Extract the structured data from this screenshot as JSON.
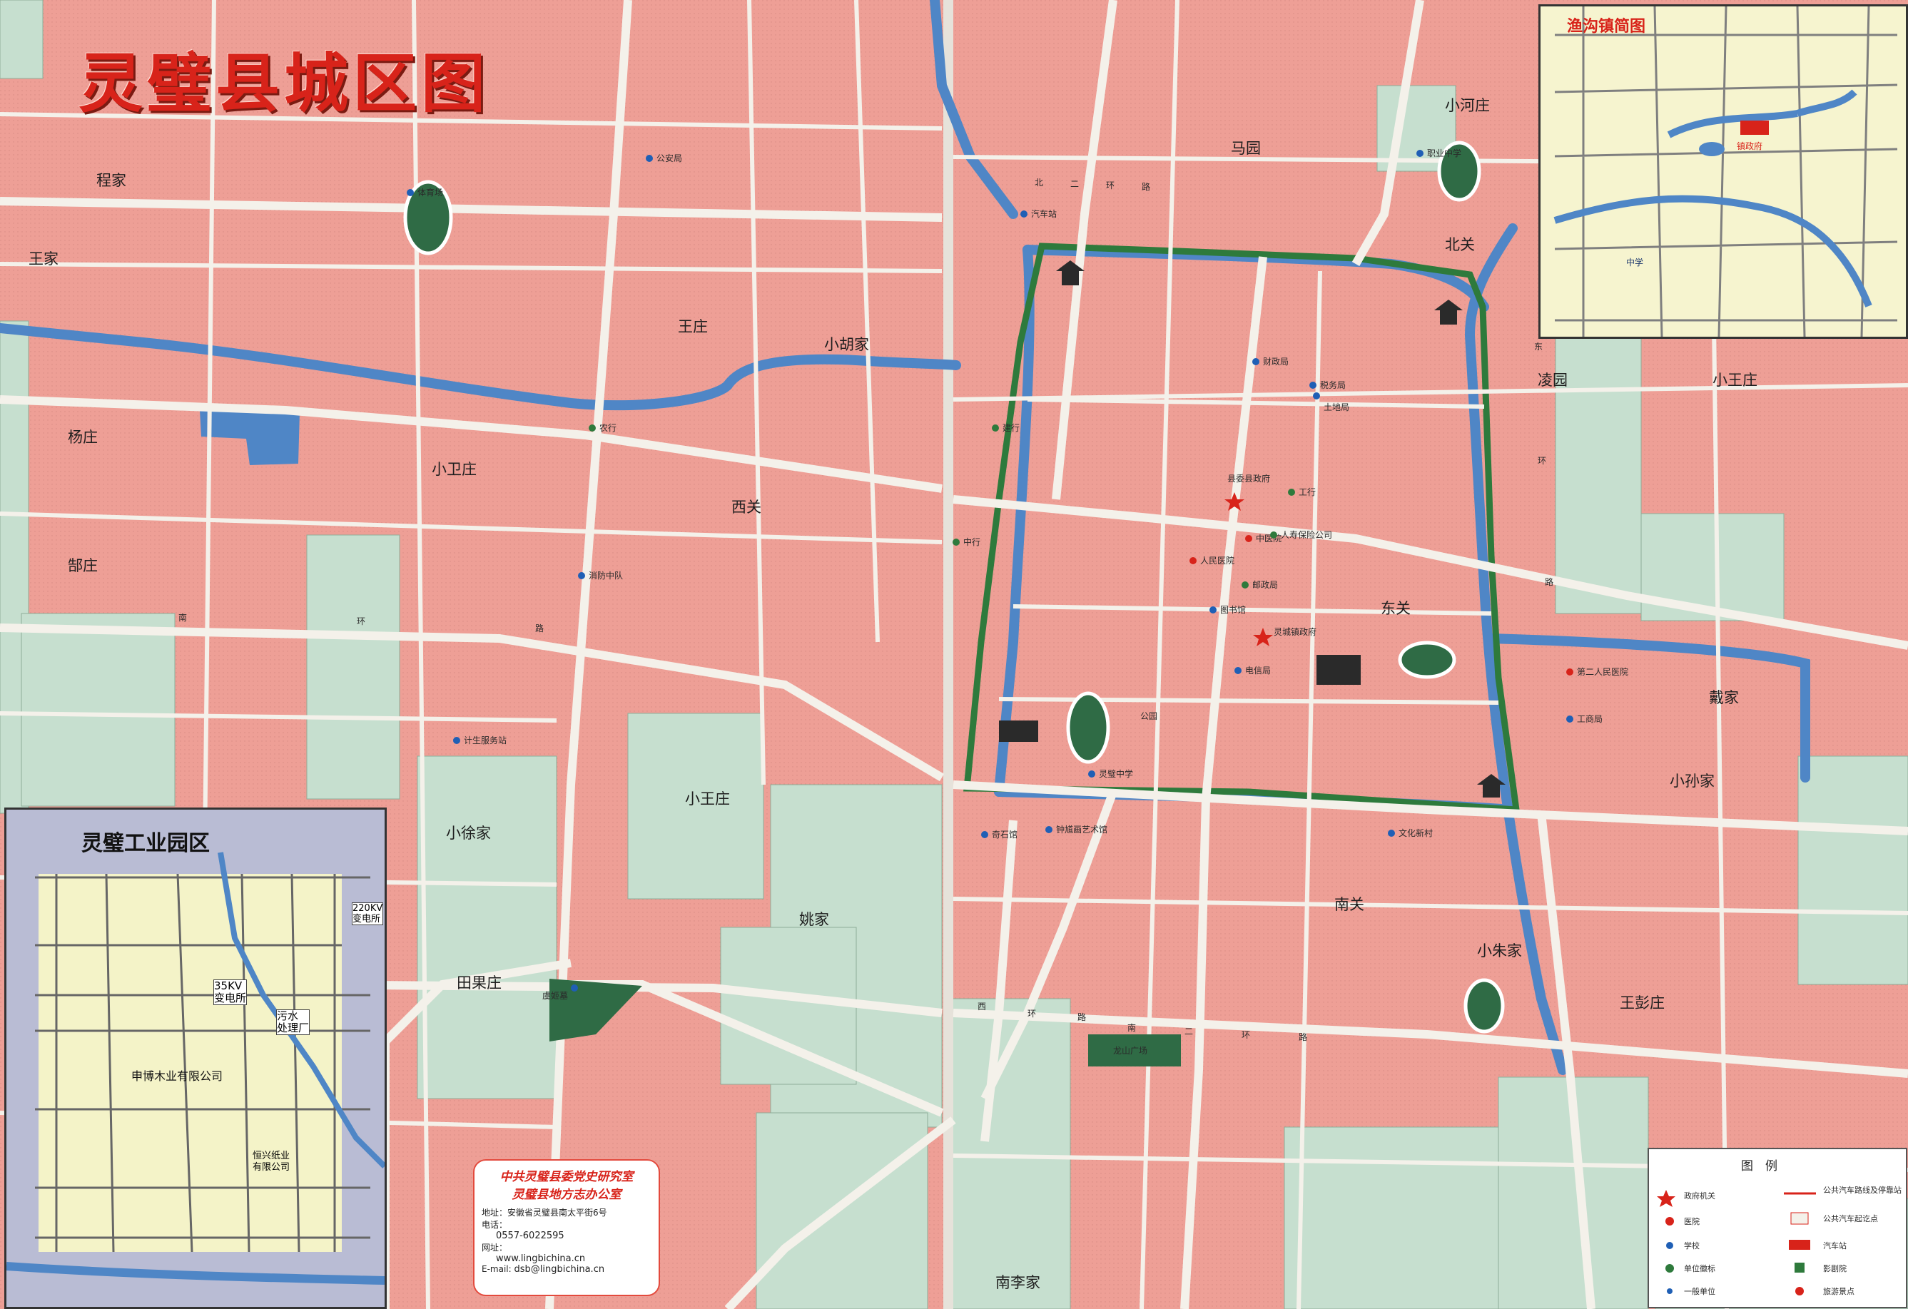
{
  "title": "灵璧县城区图",
  "colors": {
    "built": "#eea39a",
    "green": "#c6dfcf",
    "water": "#4f86c6",
    "road": "#f4f1ea",
    "wall": "#2e7a3c",
    "title_red": "#d8231a",
    "inset_bg": "#f6f4cf"
  },
  "icons": [
    "government-star-icon",
    "hospital-cross-icon",
    "school-dot-icon",
    "pagoda-icon",
    "park-oval-icon",
    "bus-stop-icon"
  ],
  "place_names": [
    "程家",
    "王家",
    "杨庄",
    "郜庄",
    "小卫庄",
    "王庄",
    "小胡家",
    "西关",
    "小王庄",
    "小徐家",
    "田果庄",
    "姚家",
    "马园",
    "小河庄",
    "北关",
    "凌园",
    "小王庄",
    "东关",
    "戴家",
    "小孙家",
    "南关",
    "小朱家",
    "王彭庄",
    "南李家"
  ],
  "road_labels": [
    "北",
    "二",
    "环",
    "路",
    "南",
    "环",
    "路",
    "东",
    "环",
    "路",
    "西",
    "环",
    "路",
    "南",
    "二",
    "环",
    "路"
  ],
  "pois": [
    "公安局",
    "人民医院",
    "中医院",
    "灵璧中学",
    "职业中学",
    "县委县政府",
    "灵城镇政府",
    "电信局",
    "邮政局",
    "汽车站",
    "第二人民医院",
    "工商局",
    "文化新村",
    "图书馆",
    "体育场",
    "财政局",
    "税务局",
    "土地局",
    "农行",
    "工行",
    "建行",
    "中行",
    "人寿保险公司",
    "奇石馆",
    "钟馗画艺术馆",
    "虞姬墓",
    "龙山广场",
    "公园",
    "计生服务站",
    "消防中队"
  ],
  "industrial_inset": {
    "title": "灵璧工业园区",
    "labels": [
      "220KV\n变电所",
      "35KV\n变电所",
      "污水\n处理厂",
      "申博木业有限公司",
      "恒兴纸业\n有限公司"
    ]
  },
  "yugou_inset": {
    "title": "渔沟镇简图",
    "labels": [
      "镇政府",
      "中学"
    ]
  },
  "contact": {
    "org1": "中共灵璧县委党史研究室",
    "org2": "灵璧县地方志办公室",
    "address": "地址：安徽省灵璧县南太平街6号",
    "phone_label": "电话：",
    "phone": "0557-6022595",
    "web_label": "网址：",
    "web": "www.lingbichina.cn",
    "email_label": "E-mail:",
    "email": "dsb@lingbichina.cn"
  },
  "legend": {
    "title": "图　例",
    "items": [
      "政府机关",
      "医院",
      "学校",
      "单位徽标",
      "一般单位",
      "公共汽车路线及停靠站",
      "公共汽车起讫点",
      "汽车站",
      "影剧院",
      "旅游景点"
    ]
  }
}
